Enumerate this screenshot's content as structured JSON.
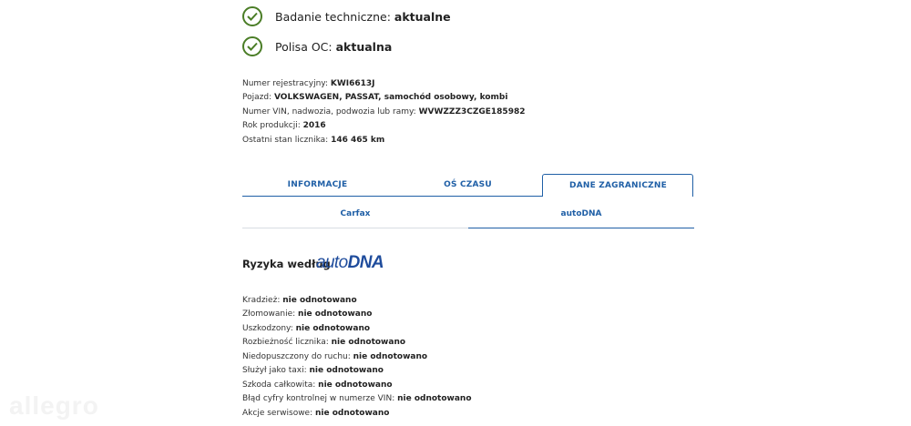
{
  "status": [
    {
      "label": "Badanie techniczne:",
      "value": "aktualne"
    },
    {
      "label": "Polisa OC:",
      "value": "aktualna"
    }
  ],
  "vehicle": {
    "registration_label": "Numer rejestracyjny:",
    "registration_value": "KWI6613J",
    "vehicle_label": "Pojazd:",
    "vehicle_value": "VOLKSWAGEN, PASSAT, samochód osobowy, kombi",
    "vin_label": "Numer VIN, nadwozia, podwozia lub ramy:",
    "vin_value": "WVWZZZ3CZGE185982",
    "year_label": "Rok produkcji:",
    "year_value": "2016",
    "odometer_label": "Ostatni stan licznika:",
    "odometer_value": "146 465 km"
  },
  "tabs": {
    "items": [
      "INFORMACJE",
      "OŚ CZASU",
      "DANE ZAGRANICZNE"
    ],
    "active": "DANE ZAGRANICZNE"
  },
  "subtabs": {
    "items": [
      "Carfax",
      "autoDNA"
    ],
    "active": "autoDNA"
  },
  "risk": {
    "title": "Ryzyka według",
    "logo_auto": "auto",
    "logo_dna": "DNA",
    "items": [
      {
        "label": "Kradzież:",
        "value": "nie odnotowano"
      },
      {
        "label": "Złomowanie:",
        "value": "nie odnotowano"
      },
      {
        "label": "Uszkodzony:",
        "value": "nie odnotowano"
      },
      {
        "label": "Rozbieżność licznika:",
        "value": "nie odnotowano"
      },
      {
        "label": "Niedopuszczony do ruchu:",
        "value": "nie odnotowano"
      },
      {
        "label": "Służył jako taxi:",
        "value": "nie odnotowano"
      },
      {
        "label": "Szkoda całkowita:",
        "value": "nie odnotowano"
      },
      {
        "label": "Błąd cyfry kontrolnej w numerze VIN:",
        "value": "nie odnotowano"
      },
      {
        "label": "Akcje serwisowe:",
        "value": "nie odnotowano"
      }
    ]
  },
  "watermark": "allegro",
  "colors": {
    "check": "#4a7d26",
    "accent": "#1f5fa6",
    "logo": "#1f4c9c"
  }
}
